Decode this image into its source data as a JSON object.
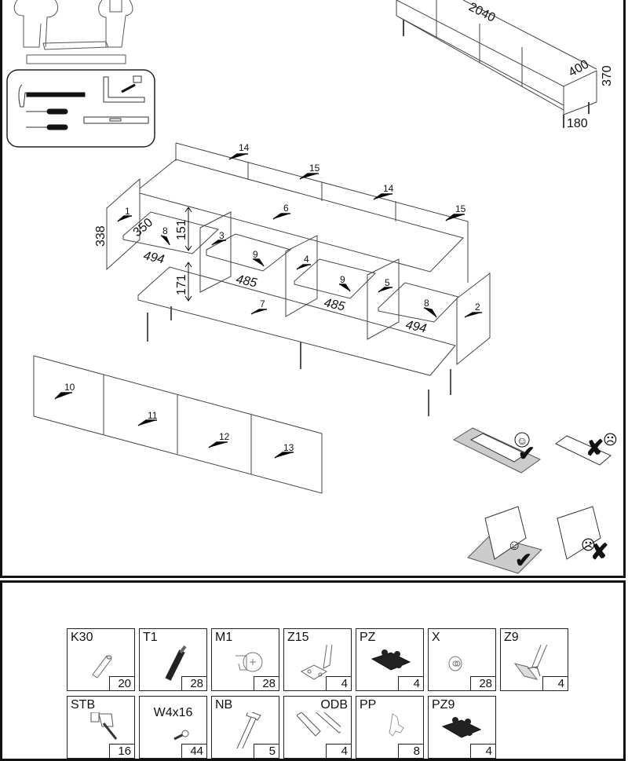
{
  "overview": {
    "dimensions": {
      "width": "2040",
      "depth": "400",
      "height": "370",
      "leg_height": "180"
    }
  },
  "exploded_view": {
    "part_labels": [
      {
        "id": "1"
      },
      {
        "id": "2"
      },
      {
        "id": "3"
      },
      {
        "id": "4"
      },
      {
        "id": "5"
      },
      {
        "id": "6"
      },
      {
        "id": "7"
      },
      {
        "id": "8"
      },
      {
        "id": "8"
      },
      {
        "id": "9"
      },
      {
        "id": "9"
      },
      {
        "id": "10"
      },
      {
        "id": "11"
      },
      {
        "id": "12"
      },
      {
        "id": "13"
      },
      {
        "id": "14"
      },
      {
        "id": "14"
      },
      {
        "id": "15"
      },
      {
        "id": "15"
      }
    ],
    "dimensions": {
      "side_height": "338",
      "shelf_depth": "350",
      "upper_gap": "151",
      "lower_gap": "171",
      "shelf_width_left": "494",
      "shelf_width_mid1": "485",
      "shelf_width_mid2": "485",
      "shelf_width_right": "494"
    }
  },
  "tools": [
    "hammer",
    "screwdriver-flat",
    "screwdriver-phillips",
    "set-square",
    "tape-measure",
    "spirit-level"
  ],
  "surface_tips": [
    {
      "surface": "carpet",
      "verdict": "good",
      "mark": "✔",
      "face": "☺"
    },
    {
      "surface": "hard-floor",
      "verdict": "bad",
      "mark": "✘",
      "face": "☹"
    },
    {
      "surface": "carpet-upright",
      "verdict": "good",
      "mark": "✔",
      "face": "☺"
    },
    {
      "surface": "hard-floor-upright",
      "verdict": "bad",
      "mark": "✘",
      "face": "☹"
    }
  ],
  "hardware": {
    "row1": [
      {
        "code": "K30",
        "qty": "20",
        "icon": "dowel"
      },
      {
        "code": "T1",
        "qty": "28",
        "icon": "connector-bolt"
      },
      {
        "code": "M1",
        "qty": "28",
        "icon": "cam-lock"
      },
      {
        "code": "Z15",
        "qty": "4",
        "icon": "hinge"
      },
      {
        "code": "PZ",
        "qty": "4",
        "icon": "mounting-plate"
      },
      {
        "code": "X",
        "qty": "28",
        "icon": "cap"
      },
      {
        "code": "Z9",
        "qty": "4",
        "icon": "hinge-angled"
      }
    ],
    "row2": [
      {
        "code": "STB",
        "qty": "16",
        "icon": "bracket"
      },
      {
        "code": "W4x16",
        "qty": "44",
        "icon": "screw"
      },
      {
        "code": "NB",
        "qty": "5",
        "icon": "leg"
      },
      {
        "code": "ODB",
        "qty": "4",
        "icon": "push-opener"
      },
      {
        "code": "PP",
        "qty": "8",
        "icon": "shelf-support"
      },
      {
        "code": "PZ9",
        "qty": "4",
        "icon": "mounting-plate"
      }
    ]
  }
}
